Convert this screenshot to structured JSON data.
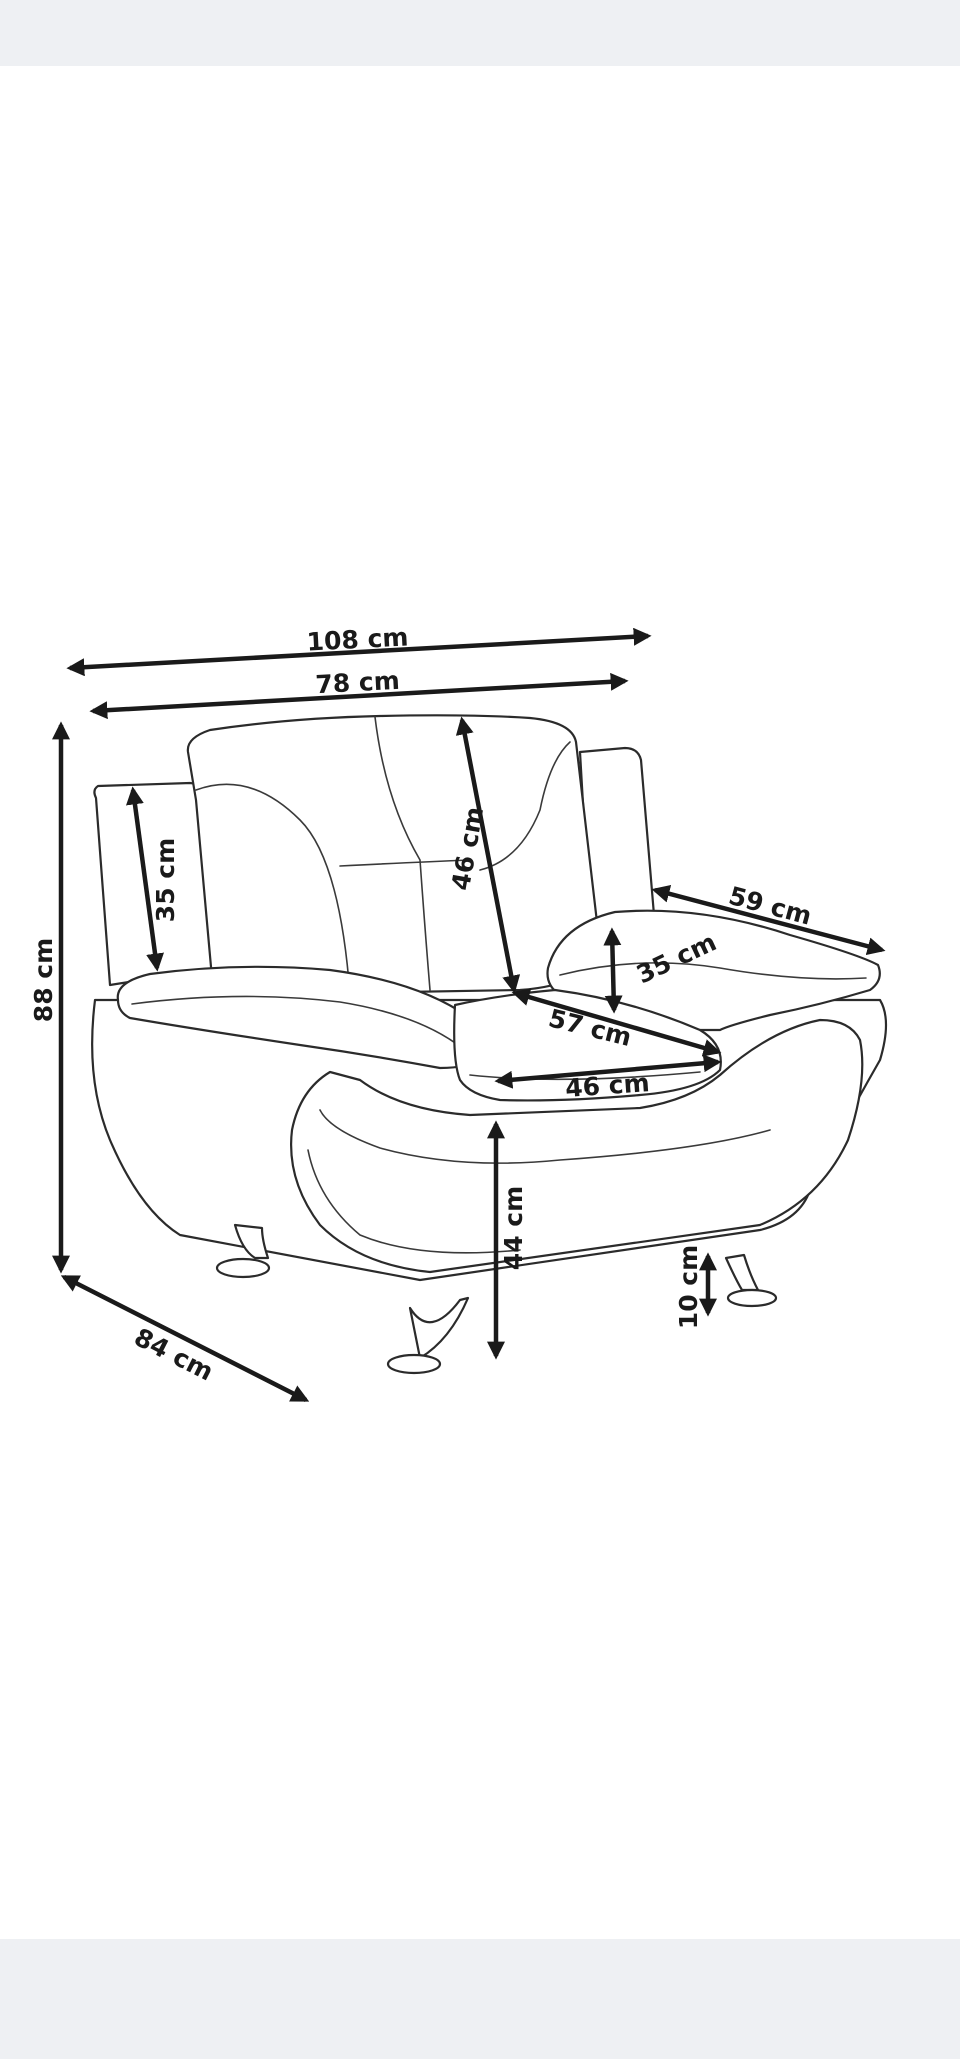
{
  "dimensions": {
    "total_width": "108 cm",
    "seat_width_top": "78 cm",
    "total_height": "88 cm",
    "armrest_height": "35 cm",
    "backrest_height": "46 cm",
    "armrest_length": "59 cm",
    "armrest_width": "35 cm",
    "seat_depth": "57 cm",
    "seat_width": "46 cm",
    "seat_height": "44 cm",
    "leg_height": "10 cm",
    "total_depth": "84 cm"
  },
  "colors": {
    "line": "#1a1a1a",
    "background": "#ffffff",
    "bars": "#eef0f3"
  }
}
